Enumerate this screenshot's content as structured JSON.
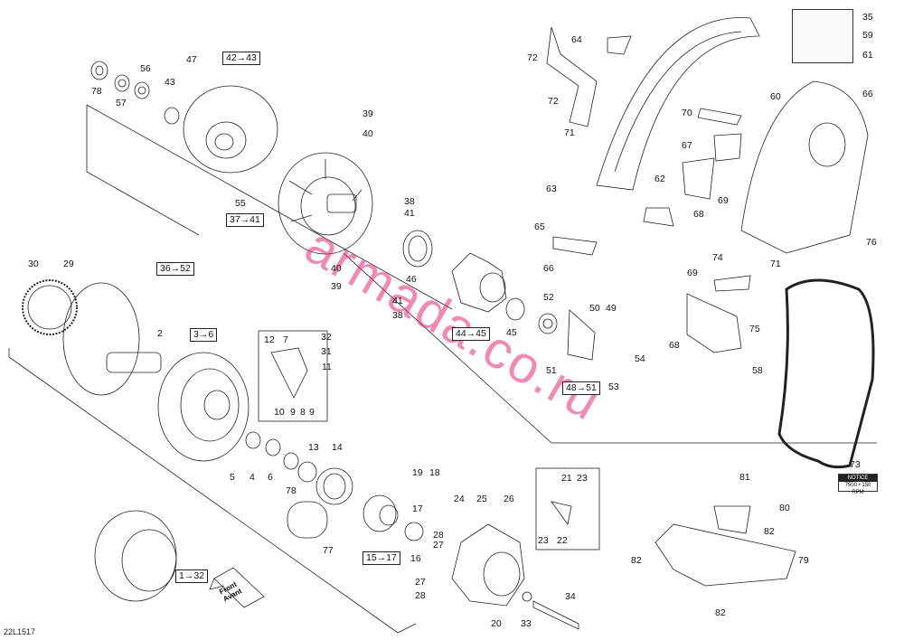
{
  "diagram_code": "22L1517",
  "watermark": "armada.co.ru",
  "front_label": [
    "Front",
    "Avant"
  ],
  "rpm_decal": {
    "line1": "NOTICE",
    "line2": "7500 • 150 RPM"
  },
  "range_boxes": {
    "r42_43": "42→43",
    "r37_41": "37→41",
    "r36_52": "36→52",
    "r3_6": "3→6",
    "r44_45": "44→45",
    "r48_51": "48→51",
    "r15_17": "15→17",
    "r1_32": "1→32"
  },
  "labels": {
    "p78a": "78",
    "p57": "57",
    "p56": "56",
    "p43": "43",
    "p47": "47",
    "p39a": "39",
    "p40a": "40",
    "p55": "55",
    "p38a": "38",
    "p41a": "41",
    "p40b": "40",
    "p39b": "39",
    "p46": "46",
    "p41b": "41",
    "p38b": "38",
    "p30": "30",
    "p29": "29",
    "p2": "2",
    "p12": "12",
    "p7": "7",
    "p32": "32",
    "p31": "31",
    "p11": "11",
    "p10": "10",
    "p9a": "9",
    "p8": "8",
    "p9b": "9",
    "p5": "5",
    "p4": "4",
    "p6": "6",
    "p78b": "78",
    "p13": "13",
    "p14": "14",
    "p77": "77",
    "p19": "19",
    "p18": "18",
    "p17": "17",
    "p16": "16",
    "p52": "52",
    "p45": "45",
    "p51": "51",
    "p50": "50",
    "p49": "49",
    "p54": "54",
    "p53": "53",
    "p24": "24",
    "p25": "25",
    "p26": "26",
    "p28a": "28",
    "p27a": "27",
    "p27b": "27",
    "p28b": "28",
    "p20": "20",
    "p33": "33",
    "p34": "34",
    "p21": "21",
    "p23a": "23",
    "p23b": "23",
    "p22": "22",
    "p72a": "72",
    "p64": "64",
    "p72b": "72",
    "p71": "71",
    "p35": "35",
    "p59": "59",
    "p61": "61",
    "p60": "60",
    "p66a": "66",
    "p70": "70",
    "p67": "67",
    "p62": "62",
    "p63": "63",
    "p69a": "69",
    "p68a": "68",
    "p65": "65",
    "p66b": "66",
    "p76": "76",
    "p74": "74",
    "p71b": "71",
    "p69b": "69",
    "p75": "75",
    "p68b": "68",
    "p58": "58",
    "p73": "73",
    "p81": "81",
    "p80": "80",
    "p82a": "82",
    "p82b": "82",
    "p79": "79",
    "p82c": "82"
  }
}
